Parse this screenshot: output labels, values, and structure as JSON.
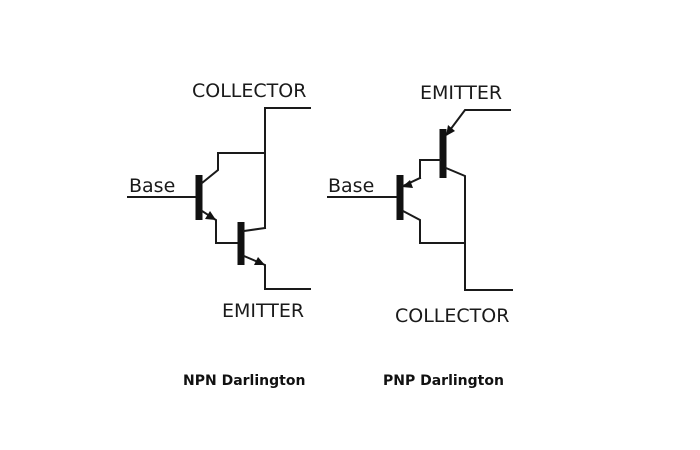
{
  "npn": {
    "collector_label": "COLLECTOR",
    "base_label": "Base",
    "emitter_label": "EMITTER",
    "caption": "NPN Darlington"
  },
  "pnp": {
    "emitter_label": "EMITTER",
    "base_label": "Base",
    "collector_label": "COLLECTOR",
    "caption": "PNP Darlington"
  },
  "colors": {
    "ink": "#1a1a1a",
    "background": "#ffffff"
  }
}
